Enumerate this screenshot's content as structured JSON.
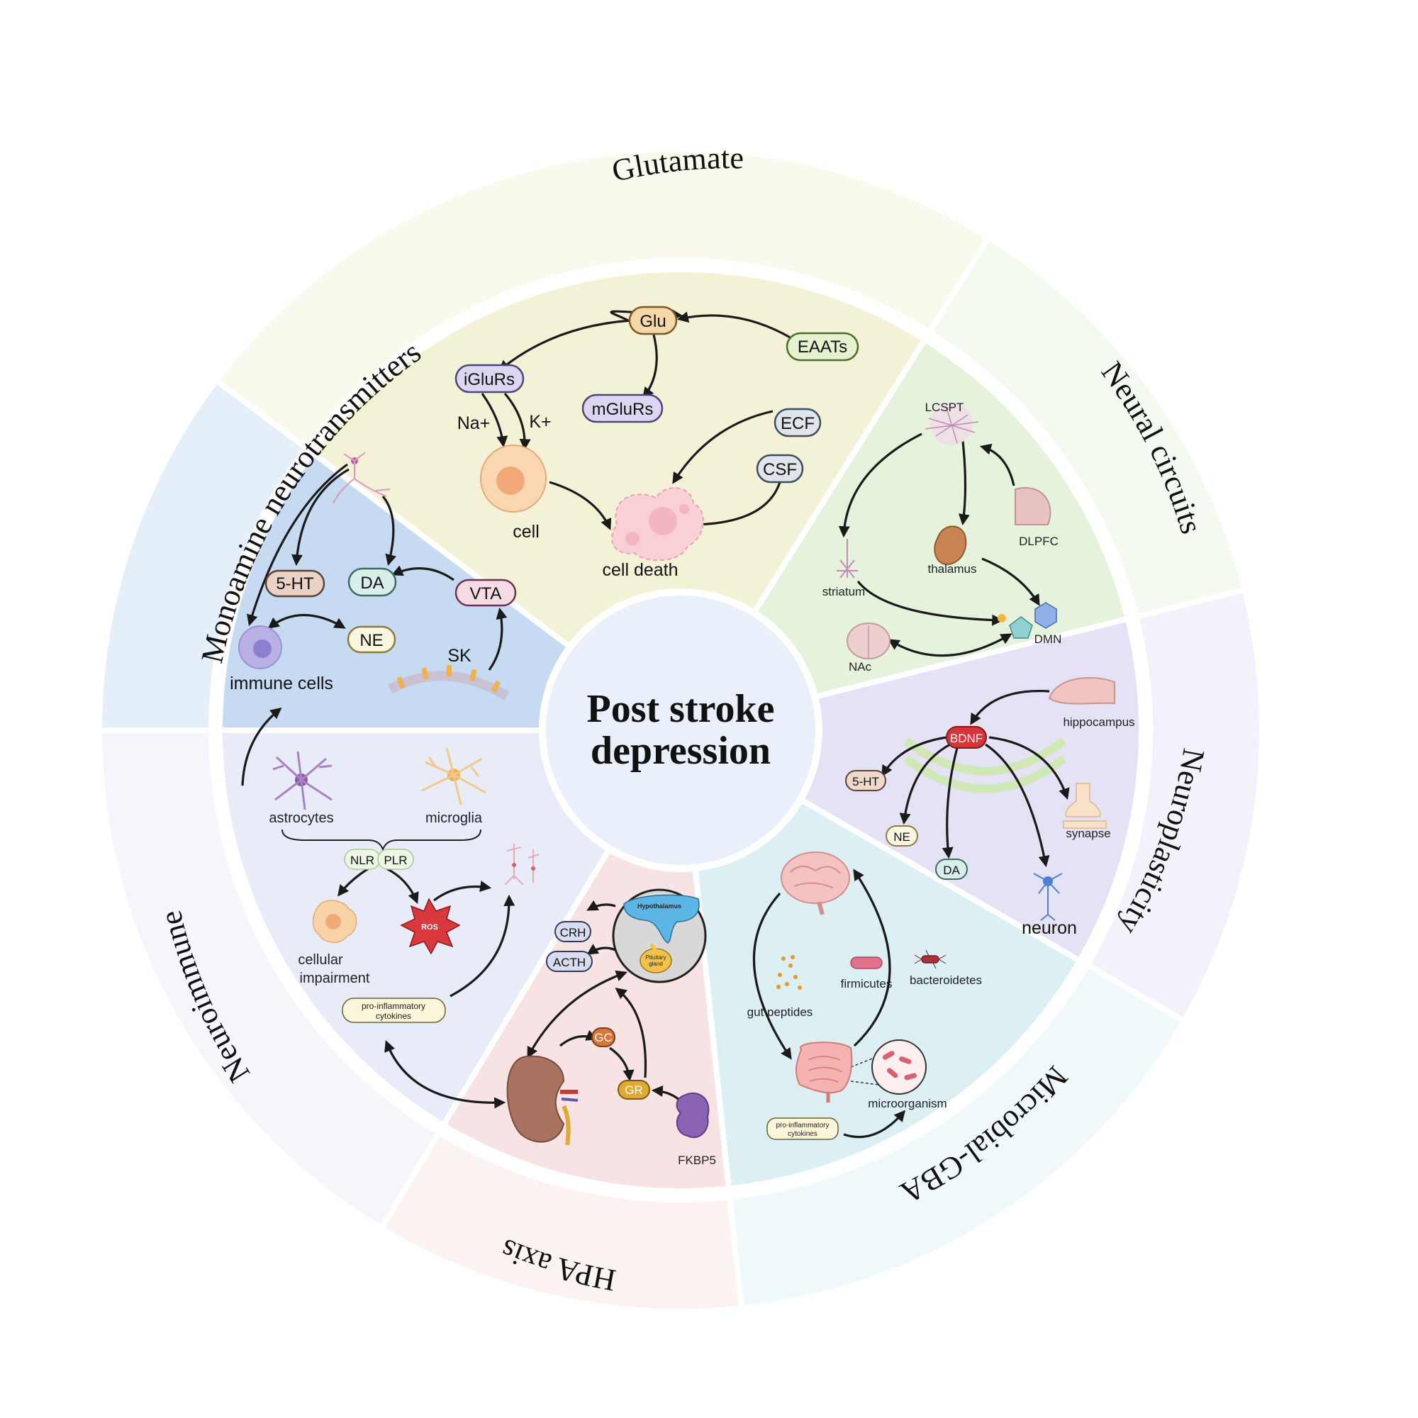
{
  "center": {
    "line1": "Post stroke",
    "line2": "depression"
  },
  "sections": {
    "glutamate": {
      "title": "Glutamate"
    },
    "neural": {
      "title": "Neural circuits"
    },
    "neuroplasticity": {
      "title": "Neuroplasticity"
    },
    "microbial": {
      "title": "Microbial-GBA"
    },
    "hpa": {
      "title": "HPA axis"
    },
    "neuroimmune": {
      "title": "Neuroimmune"
    },
    "monoamine": {
      "title": "Monoamine neurotransmitters"
    }
  },
  "glutamate": {
    "glu": "Glu",
    "eaats": "EAATs",
    "iglurs": "iGluRs",
    "mglurs": "mGluRs",
    "na": "Na+",
    "k": "K+",
    "ecf": "ECF",
    "csf": "CSF",
    "cell": "cell",
    "cell_death": "cell death"
  },
  "neural": {
    "lcspt": "LCSPT",
    "dlpfc": "DLPFC",
    "thalamus": "thalamus",
    "striatum": "striatum",
    "dmn": "DMN",
    "nac": "NAc"
  },
  "neuroplasticity": {
    "hippocampus": "hippocampus",
    "bdnf": "BDNF",
    "ht": "5-HT",
    "ne": "NE",
    "da": "DA",
    "synapse": "synapse",
    "neuron": "neuron"
  },
  "microbial": {
    "firmicutes": "firmicutes",
    "bacteroidetes": "bacteroidetes",
    "gut_peptides": "gut peptides",
    "microorganism": "microorganism",
    "cytokines_1": "pro-inflammatory",
    "cytokines_2": "cytokines"
  },
  "hpa": {
    "crh": "CRH",
    "acth": "ACTH",
    "hypothalamus": "Hypothalamus",
    "pituitary_1": "Pituitary",
    "pituitary_2": "gland",
    "gc": "GC",
    "gr": "GR",
    "fkbp5": "FKBP5"
  },
  "neuroimmune": {
    "astrocytes": "astrocytes",
    "microglia": "microglia",
    "nlr": "NLR",
    "plr": "PLR",
    "ros": "ROS",
    "cellular_1": "cellular",
    "cellular_2": "impairment",
    "cytokines_1": "pro-inflammatory",
    "cytokines_2": "cytokines"
  },
  "monoamine": {
    "ht": "5-HT",
    "da": "DA",
    "vta": "VTA",
    "ne": "NE",
    "sk": "SK",
    "immune_cells": "immune cells"
  },
  "colors": {
    "glutamate": "#f4f2d6",
    "neural": "#e6f3dc",
    "neuroplasticity": "#e4e2f4",
    "microbial": "#dcf0f3",
    "hpa": "#f7e3e3",
    "neuroimmune": "#e8ebf8",
    "monoamine": "#c6dbf2",
    "center": "#e9f0fa"
  }
}
